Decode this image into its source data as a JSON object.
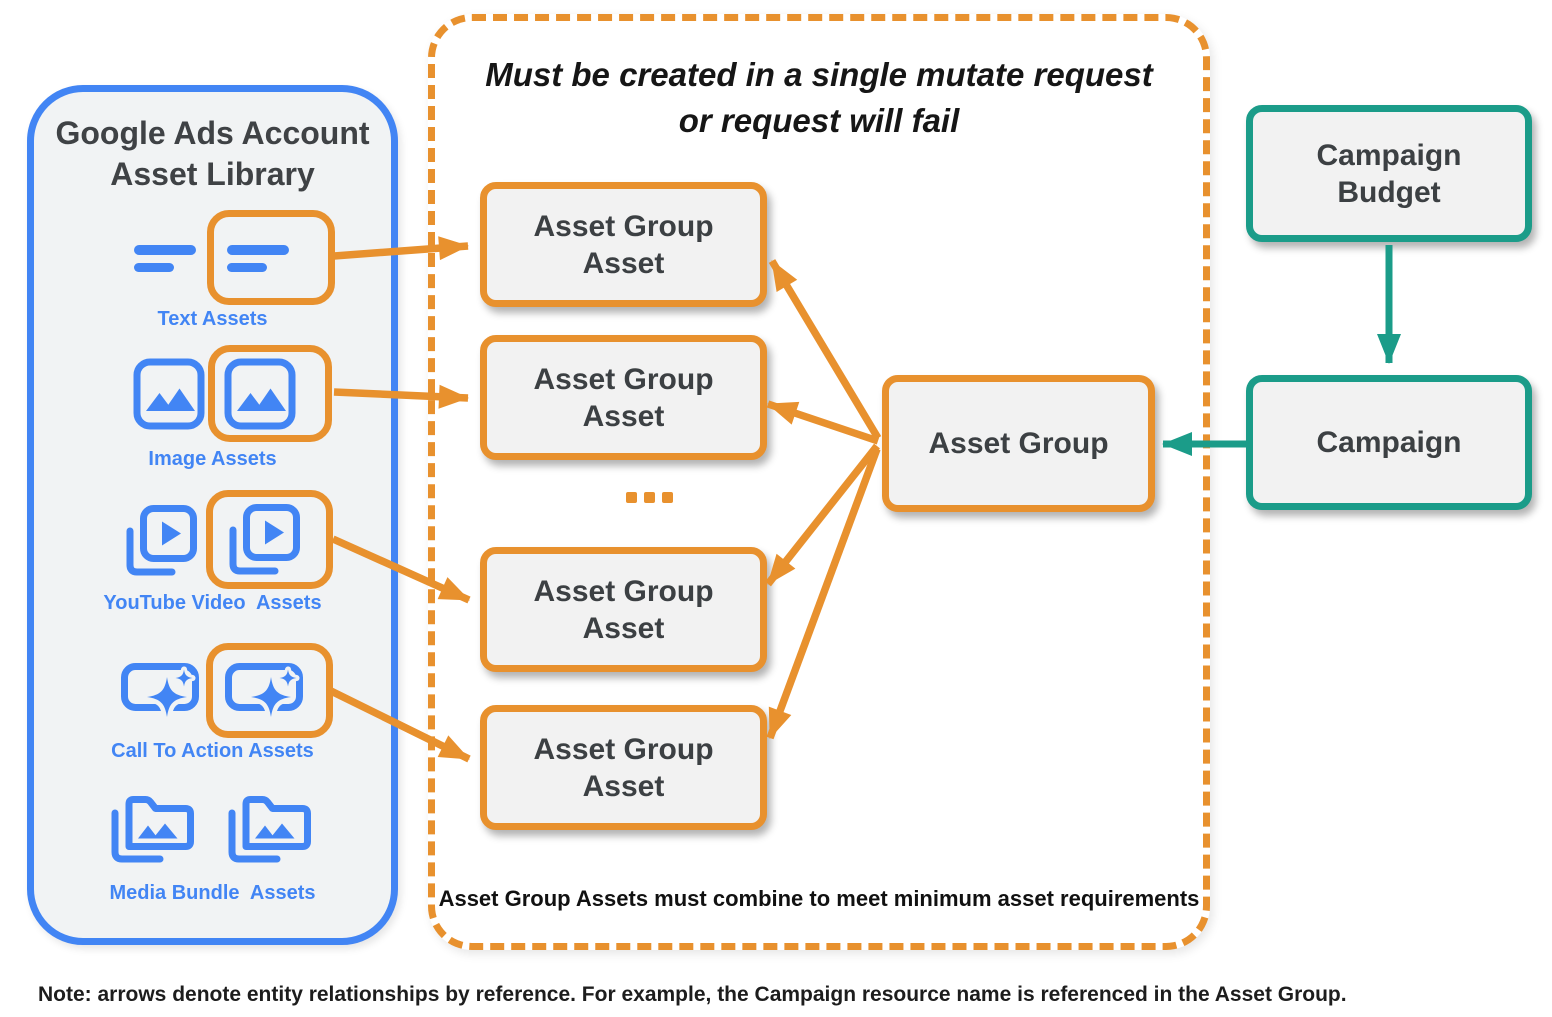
{
  "note": "Note: arrows denote entity relationships by reference. For example, the Campaign resource name is referenced in the Asset Group.",
  "asset_library": {
    "title": "Google Ads Account\nAsset Library",
    "items": [
      {
        "label": "Text Assets",
        "icon": "text-asset-icon",
        "highlighted": true
      },
      {
        "label": "Image Assets",
        "icon": "image-asset-icon",
        "highlighted": true
      },
      {
        "label": "YouTube Video  Assets",
        "icon": "youtube-video-asset-icon",
        "highlighted": true
      },
      {
        "label": "Call To Action Assets",
        "icon": "call-to-action-asset-icon",
        "highlighted": true
      },
      {
        "label": "Media Bundle  Assets",
        "icon": "media-bundle-asset-icon",
        "highlighted": false
      }
    ]
  },
  "mutate_panel": {
    "title_line1": "Must be created in a single mutate request",
    "title_line2": "or request will fail",
    "boxes": [
      {
        "label": "Asset Group Asset"
      },
      {
        "label": "Asset Group Asset"
      },
      {
        "label": "Asset Group Asset"
      },
      {
        "label": "Asset Group Asset"
      }
    ],
    "ellipsis": "...",
    "caption": "Asset Group Assets must combine to meet minimum asset requirements"
  },
  "asset_group": {
    "label": "Asset Group"
  },
  "campaign_budget": {
    "label": "Campaign Budget"
  },
  "campaign": {
    "label": "Campaign"
  },
  "colors": {
    "blue": "#4285F4",
    "orange": "#E8912E",
    "teal": "#1B9C89",
    "dark_text": "#3C4043",
    "box_fill": "#F2F2F2",
    "panel_fill": "#F1F3F4"
  }
}
